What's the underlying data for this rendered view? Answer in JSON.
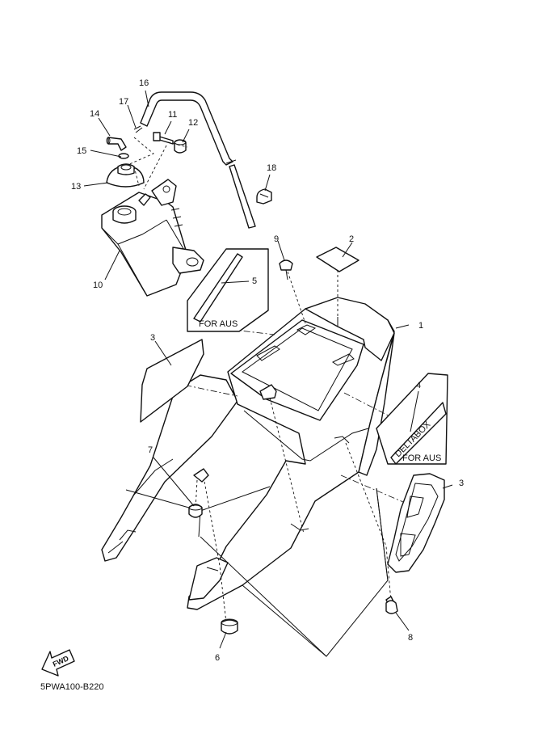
{
  "diagram": {
    "callouts": [
      "1",
      "2",
      "3",
      "3",
      "4",
      "5",
      "6",
      "7",
      "8",
      "9",
      "10",
      "11",
      "12",
      "13",
      "14",
      "15",
      "16",
      "17",
      "18"
    ],
    "notes": [
      "FOR AUS",
      "FOR AUS"
    ],
    "fwd_label": "FWD",
    "diagram_code": "5PWA100-B220",
    "decal_text": "DELTABOX"
  }
}
